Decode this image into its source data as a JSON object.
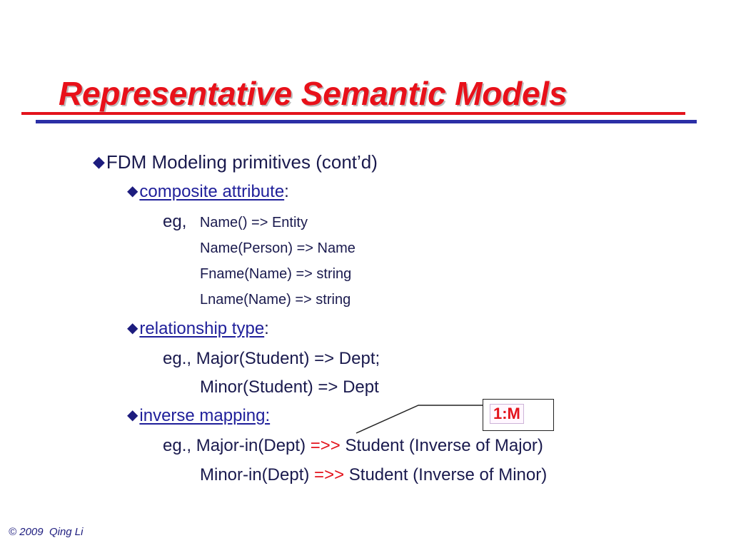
{
  "slide": {
    "title": "Representative Semantic Models",
    "bullet_glyph": "◆",
    "level1": "FDM Modeling primitives (cont’d)",
    "composite": {
      "heading": "composite attribute",
      "colon": ":",
      "eg_prefix": "eg,",
      "lines": [
        "Name() => Entity",
        "Name(Person) => Name",
        "Fname(Name) => string",
        "Lname(Name) => string"
      ]
    },
    "relationship": {
      "heading": "relationship type",
      "colon": ":",
      "line1": "eg., Major(Student) => Dept;",
      "line2": "Minor(Student) => Dept"
    },
    "inverse": {
      "heading": "inverse mapping:",
      "line1_prefix": "eg., Major-in(Dept)",
      "arrow": "=>>",
      "line1_suffix": "Student (Inverse of Major)",
      "line2_prefix": "Minor-in(Dept)",
      "line2_suffix": "Student (Inverse of Minor)"
    },
    "callout": "1:M",
    "footer_symbol": "©",
    "footer": "2009  Qing Li"
  },
  "colors": {
    "title": "#e8111a",
    "rule_red": "#e3131c",
    "rule_blue": "#2b2fa6",
    "body_text": "#1a1a4e",
    "arrow": "#e3131c"
  }
}
